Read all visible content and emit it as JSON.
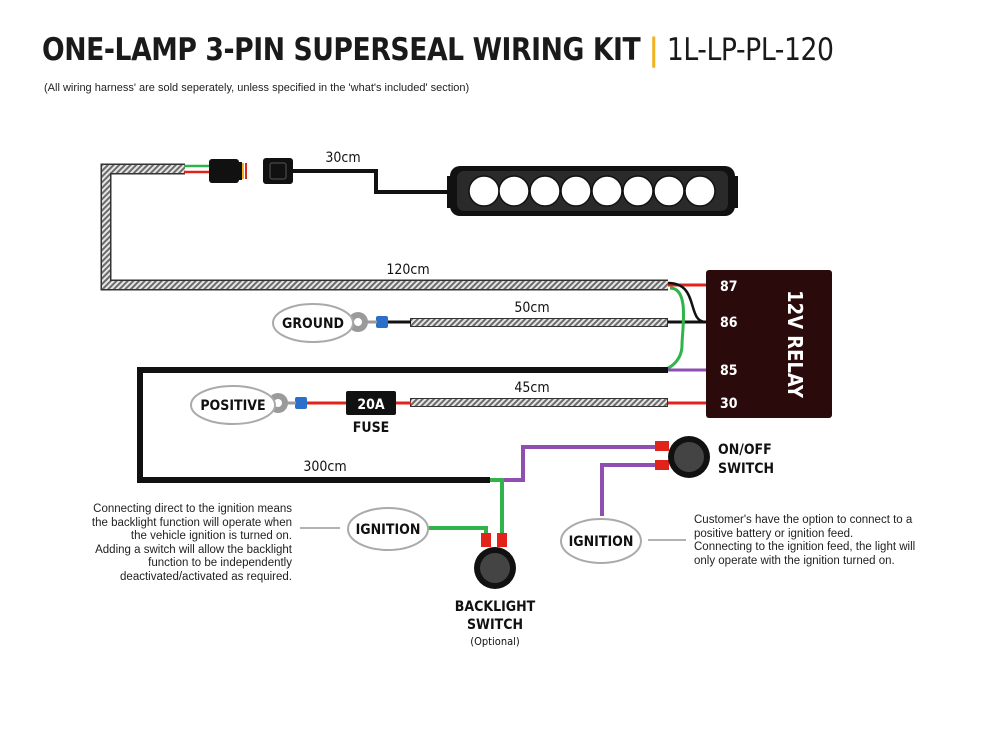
{
  "header": {
    "title": "ONE-LAMP 3-PIN SUPERSEAL WIRING KIT",
    "separator": "|",
    "part_code": "1L-LP-PL-120",
    "subtitle": "(All wiring harness' are sold seperately, unless specified in the 'what's included' section)"
  },
  "cables": {
    "lamp_lead": "30cm",
    "main_loom": "120cm",
    "ground_lead": "50cm",
    "positive_lead": "45cm",
    "switch_lead": "300cm"
  },
  "relay": {
    "label": "12V RELAY",
    "pins": [
      "87",
      "86",
      "85",
      "30"
    ]
  },
  "terminals": {
    "ground": "GROUND",
    "positive": "POSITIVE",
    "ignition_left": "IGNITION",
    "ignition_right": "IGNITION"
  },
  "fuse": {
    "rating": "20A",
    "label": "FUSE"
  },
  "switches": {
    "onoff_line1": "ON/OFF",
    "onoff_line2": "SWITCH",
    "backlight_line1": "BACKLIGHT",
    "backlight_line2": "SWITCH",
    "backlight_optional": "(Optional)"
  },
  "notes": {
    "left": "Connecting direct to the ignition means\nthe backlight function will operate when\nthe vehicle ignition is turned on.\nAdding a switch will allow the backlight\nfunction to be independently\ndeactivated/activated as required.",
    "right": "Customer's have the option to connect to a\npositive battery or ignition feed.\nConnecting to the ignition feed, the light will\nonly operate with the ignition turned on."
  },
  "colors": {
    "wire_red": "#e2231a",
    "wire_green": "#2fb34a",
    "wire_purple": "#8e4fb0",
    "wire_black": "#111111",
    "accent_yellow": "#f2b21c",
    "relay_body": "#2a0a0a",
    "connector_blue": "#2a6fc9"
  }
}
